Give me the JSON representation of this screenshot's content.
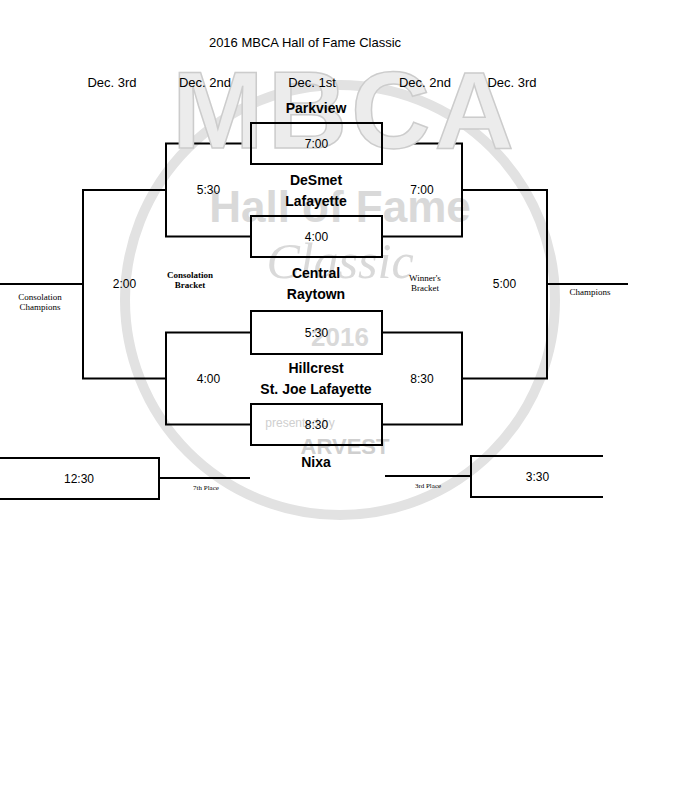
{
  "diagram": {
    "title": "2016 MBCA Hall of Fame Classic",
    "nodes": [
      {
        "text": [
          "7:00"
        ]
      },
      {
        "text": [
          "4:00"
        ]
      },
      {
        "text": [
          "5:30"
        ]
      },
      {
        "text": [
          "8:30"
        ]
      },
      {
        "text": [
          "5:30"
        ]
      },
      {
        "text": [
          "7:00"
        ]
      },
      {
        "text": [
          "4:00"
        ]
      },
      {
        "text": [
          "8:30"
        ]
      },
      {
        "text": [
          "2:00"
        ]
      },
      {
        "text": [
          "5:00"
        ]
      },
      {
        "text": [
          "12:30"
        ]
      },
      {
        "text": [
          "3:30"
        ]
      }
    ],
    "edges": [
      {
        "from": 0,
        "to": 4,
        "arrow": "none"
      },
      {
        "from": 1,
        "to": 4,
        "arrow": "none"
      },
      {
        "from": 0,
        "to": 5,
        "arrow": "none"
      },
      {
        "from": 1,
        "to": 5,
        "arrow": "none"
      },
      {
        "from": 2,
        "to": 6,
        "arrow": "none"
      },
      {
        "from": 3,
        "to": 6,
        "arrow": "none"
      },
      {
        "from": 2,
        "to": 7,
        "arrow": "none"
      },
      {
        "from": 3,
        "to": 7,
        "arrow": "none"
      },
      {
        "from": 4,
        "to": 8,
        "arrow": "none"
      },
      {
        "from": 6,
        "to": 8,
        "arrow": "none"
      },
      {
        "from": 5,
        "to": 9,
        "arrow": "none"
      },
      {
        "from": 7,
        "to": 9,
        "arrow": "none"
      }
    ],
    "labels": [
      "Dec. 3rd",
      "Dec. 2nd",
      "Dec. 1st",
      "Dec. 2nd",
      "Dec. 3rd",
      "Parkview",
      "DeSmet",
      "Lafayette",
      "Central",
      "Raytown",
      "Hillcrest",
      "St. Joe Lafayette",
      "Nixa",
      "Consolation Bracket",
      "Winner's Bracket",
      "Consolation Champions",
      "Champions",
      "7th Place",
      "3rd Place",
      "MBCA",
      "Hall of Fame",
      "Classic",
      "2016",
      "presented by",
      "ARVEST"
    ]
  }
}
